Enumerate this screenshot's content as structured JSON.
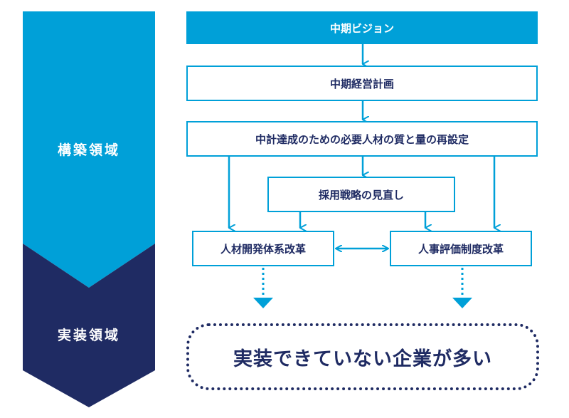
{
  "side": {
    "build_label": "構築領域",
    "implement_label": "実装領域"
  },
  "boxes": {
    "vision": "中期ビジョン",
    "plan": "中期経営計画",
    "reset": "中計達成のための必要人材の質と量の再設定",
    "recruit": "採用戦略の見直し",
    "develop": "人材開発体系改革",
    "evaluate": "人事評価制度改革"
  },
  "result": "実装できていない企業が多い",
  "colors": {
    "light_blue": "#00a0d8",
    "navy": "#1f2b63",
    "white": "#ffffff"
  }
}
